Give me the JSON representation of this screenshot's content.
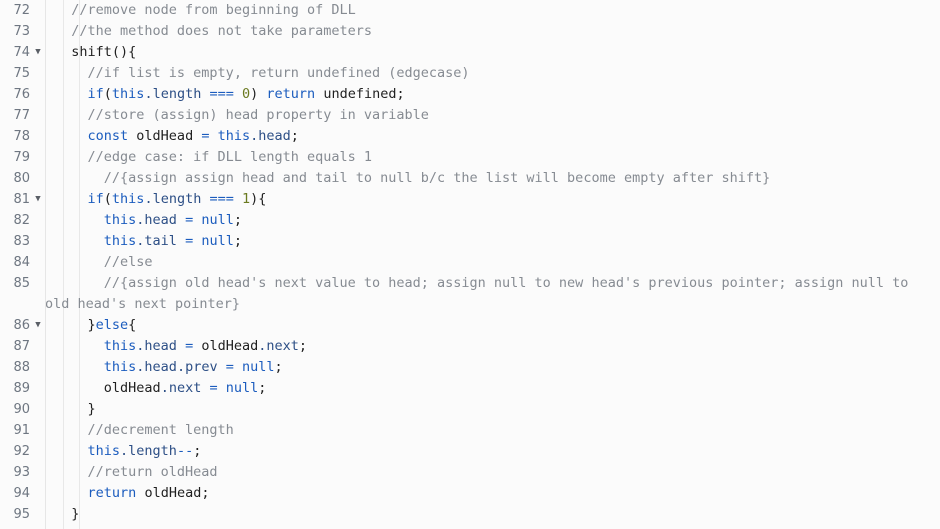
{
  "editor": {
    "language": "javascript",
    "first_visible_line": 72,
    "last_visible_line": 95,
    "fold_arrow_glyph": "▼",
    "colors": {
      "background": "#fbfbfb",
      "gutter_text": "#6e7681",
      "comment": "#868b92",
      "keyword": "#1b5cbe",
      "property": "#2d4f86",
      "number": "#6b7a20",
      "identifier": "#1f1f1f",
      "indent_guide": "#e8e8e8",
      "gutter_rule": "#e6e6e6"
    },
    "lines": [
      {
        "number": "72",
        "foldable": false,
        "tokens": [
          {
            "t": "  ",
            "c": "pun"
          },
          {
            "t": "//remove node from beginning of DLL",
            "c": "cmt"
          }
        ]
      },
      {
        "number": "73",
        "foldable": false,
        "tokens": [
          {
            "t": "  ",
            "c": "pun"
          },
          {
            "t": "//the method does not take parameters",
            "c": "cmt"
          }
        ]
      },
      {
        "number": "74",
        "foldable": true,
        "tokens": [
          {
            "t": "  ",
            "c": "pun"
          },
          {
            "t": "shift",
            "c": "id"
          },
          {
            "t": "(){",
            "c": "pun"
          }
        ]
      },
      {
        "number": "75",
        "foldable": false,
        "tokens": [
          {
            "t": "    ",
            "c": "pun"
          },
          {
            "t": "//if list is empty, return undefined (edgecase)",
            "c": "cmt"
          }
        ]
      },
      {
        "number": "76",
        "foldable": false,
        "tokens": [
          {
            "t": "    ",
            "c": "pun"
          },
          {
            "t": "if",
            "c": "kw"
          },
          {
            "t": "(",
            "c": "pun"
          },
          {
            "t": "this",
            "c": "thisk"
          },
          {
            "t": ".length",
            "c": "prop"
          },
          {
            "t": " ",
            "c": "pun"
          },
          {
            "t": "===",
            "c": "op"
          },
          {
            "t": " ",
            "c": "pun"
          },
          {
            "t": "0",
            "c": "num"
          },
          {
            "t": ") ",
            "c": "pun"
          },
          {
            "t": "return",
            "c": "kw"
          },
          {
            "t": " ",
            "c": "pun"
          },
          {
            "t": "undefined",
            "c": "id"
          },
          {
            "t": ";",
            "c": "pun"
          }
        ]
      },
      {
        "number": "77",
        "foldable": false,
        "tokens": [
          {
            "t": "    ",
            "c": "pun"
          },
          {
            "t": "//store (assign) head property in variable",
            "c": "cmt"
          }
        ]
      },
      {
        "number": "78",
        "foldable": false,
        "tokens": [
          {
            "t": "    ",
            "c": "pun"
          },
          {
            "t": "const",
            "c": "kw"
          },
          {
            "t": " ",
            "c": "pun"
          },
          {
            "t": "oldHead",
            "c": "id"
          },
          {
            "t": " ",
            "c": "pun"
          },
          {
            "t": "=",
            "c": "op"
          },
          {
            "t": " ",
            "c": "pun"
          },
          {
            "t": "this",
            "c": "thisk"
          },
          {
            "t": ".head",
            "c": "prop"
          },
          {
            "t": ";",
            "c": "pun"
          }
        ]
      },
      {
        "number": "79",
        "foldable": false,
        "tokens": [
          {
            "t": "    ",
            "c": "pun"
          },
          {
            "t": "//edge case: if DLL length equals 1",
            "c": "cmt"
          }
        ]
      },
      {
        "number": "80",
        "foldable": false,
        "tokens": [
          {
            "t": "      ",
            "c": "pun"
          },
          {
            "t": "//{assign assign head and tail to null b/c the list will become empty after shift}",
            "c": "cmt"
          }
        ]
      },
      {
        "number": "81",
        "foldable": true,
        "tokens": [
          {
            "t": "    ",
            "c": "pun"
          },
          {
            "t": "if",
            "c": "kw"
          },
          {
            "t": "(",
            "c": "pun"
          },
          {
            "t": "this",
            "c": "thisk"
          },
          {
            "t": ".length",
            "c": "prop"
          },
          {
            "t": " ",
            "c": "pun"
          },
          {
            "t": "===",
            "c": "op"
          },
          {
            "t": " ",
            "c": "pun"
          },
          {
            "t": "1",
            "c": "num"
          },
          {
            "t": "){",
            "c": "pun"
          }
        ]
      },
      {
        "number": "82",
        "foldable": false,
        "tokens": [
          {
            "t": "      ",
            "c": "pun"
          },
          {
            "t": "this",
            "c": "thisk"
          },
          {
            "t": ".head",
            "c": "prop"
          },
          {
            "t": " ",
            "c": "pun"
          },
          {
            "t": "=",
            "c": "op"
          },
          {
            "t": " ",
            "c": "pun"
          },
          {
            "t": "null",
            "c": "kw"
          },
          {
            "t": ";",
            "c": "pun"
          }
        ]
      },
      {
        "number": "83",
        "foldable": false,
        "tokens": [
          {
            "t": "      ",
            "c": "pun"
          },
          {
            "t": "this",
            "c": "thisk"
          },
          {
            "t": ".tail",
            "c": "prop"
          },
          {
            "t": " ",
            "c": "pun"
          },
          {
            "t": "=",
            "c": "op"
          },
          {
            "t": " ",
            "c": "pun"
          },
          {
            "t": "null",
            "c": "kw"
          },
          {
            "t": ";",
            "c": "pun"
          }
        ]
      },
      {
        "number": "84",
        "foldable": false,
        "tokens": [
          {
            "t": "      ",
            "c": "pun"
          },
          {
            "t": "//else",
            "c": "cmt"
          }
        ]
      },
      {
        "number": "85",
        "foldable": false,
        "wraps": true,
        "tokens": [
          {
            "t": "      ",
            "c": "pun"
          },
          {
            "t": "//{assign old head's next value to head; assign null to new head's previous pointer; assign null to old head's next pointer}",
            "c": "cmt"
          }
        ]
      },
      {
        "number": "86",
        "foldable": true,
        "tokens": [
          {
            "t": "    ",
            "c": "pun"
          },
          {
            "t": "}",
            "c": "pun"
          },
          {
            "t": "else",
            "c": "kw"
          },
          {
            "t": "{",
            "c": "pun"
          }
        ]
      },
      {
        "number": "87",
        "foldable": false,
        "tokens": [
          {
            "t": "      ",
            "c": "pun"
          },
          {
            "t": "this",
            "c": "thisk"
          },
          {
            "t": ".head",
            "c": "prop"
          },
          {
            "t": " ",
            "c": "pun"
          },
          {
            "t": "=",
            "c": "op"
          },
          {
            "t": " ",
            "c": "pun"
          },
          {
            "t": "oldHead",
            "c": "id"
          },
          {
            "t": ".next",
            "c": "prop"
          },
          {
            "t": ";",
            "c": "pun"
          }
        ]
      },
      {
        "number": "88",
        "foldable": false,
        "tokens": [
          {
            "t": "      ",
            "c": "pun"
          },
          {
            "t": "this",
            "c": "thisk"
          },
          {
            "t": ".head",
            "c": "prop"
          },
          {
            "t": ".prev",
            "c": "prop"
          },
          {
            "t": " ",
            "c": "pun"
          },
          {
            "t": "=",
            "c": "op"
          },
          {
            "t": " ",
            "c": "pun"
          },
          {
            "t": "null",
            "c": "kw"
          },
          {
            "t": ";",
            "c": "pun"
          }
        ]
      },
      {
        "number": "89",
        "foldable": false,
        "tokens": [
          {
            "t": "      ",
            "c": "pun"
          },
          {
            "t": "oldHead",
            "c": "id"
          },
          {
            "t": ".next",
            "c": "prop"
          },
          {
            "t": " ",
            "c": "pun"
          },
          {
            "t": "=",
            "c": "op"
          },
          {
            "t": " ",
            "c": "pun"
          },
          {
            "t": "null",
            "c": "kw"
          },
          {
            "t": ";",
            "c": "pun"
          }
        ]
      },
      {
        "number": "90",
        "foldable": false,
        "tokens": [
          {
            "t": "    ",
            "c": "pun"
          },
          {
            "t": "}",
            "c": "pun"
          }
        ]
      },
      {
        "number": "91",
        "foldable": false,
        "tokens": [
          {
            "t": "    ",
            "c": "pun"
          },
          {
            "t": "//decrement length",
            "c": "cmt"
          }
        ]
      },
      {
        "number": "92",
        "foldable": false,
        "tokens": [
          {
            "t": "    ",
            "c": "pun"
          },
          {
            "t": "this",
            "c": "thisk"
          },
          {
            "t": ".length",
            "c": "prop"
          },
          {
            "t": "--",
            "c": "op"
          },
          {
            "t": ";",
            "c": "pun"
          }
        ]
      },
      {
        "number": "93",
        "foldable": false,
        "tokens": [
          {
            "t": "    ",
            "c": "pun"
          },
          {
            "t": "//return oldHead",
            "c": "cmt"
          }
        ]
      },
      {
        "number": "94",
        "foldable": false,
        "tokens": [
          {
            "t": "    ",
            "c": "pun"
          },
          {
            "t": "return",
            "c": "kw"
          },
          {
            "t": " ",
            "c": "pun"
          },
          {
            "t": "oldHead",
            "c": "id"
          },
          {
            "t": ";",
            "c": "pun"
          }
        ]
      },
      {
        "number": "95",
        "foldable": false,
        "tokens": [
          {
            "t": "  ",
            "c": "pun"
          },
          {
            "t": "}",
            "c": "pun"
          }
        ]
      }
    ]
  }
}
